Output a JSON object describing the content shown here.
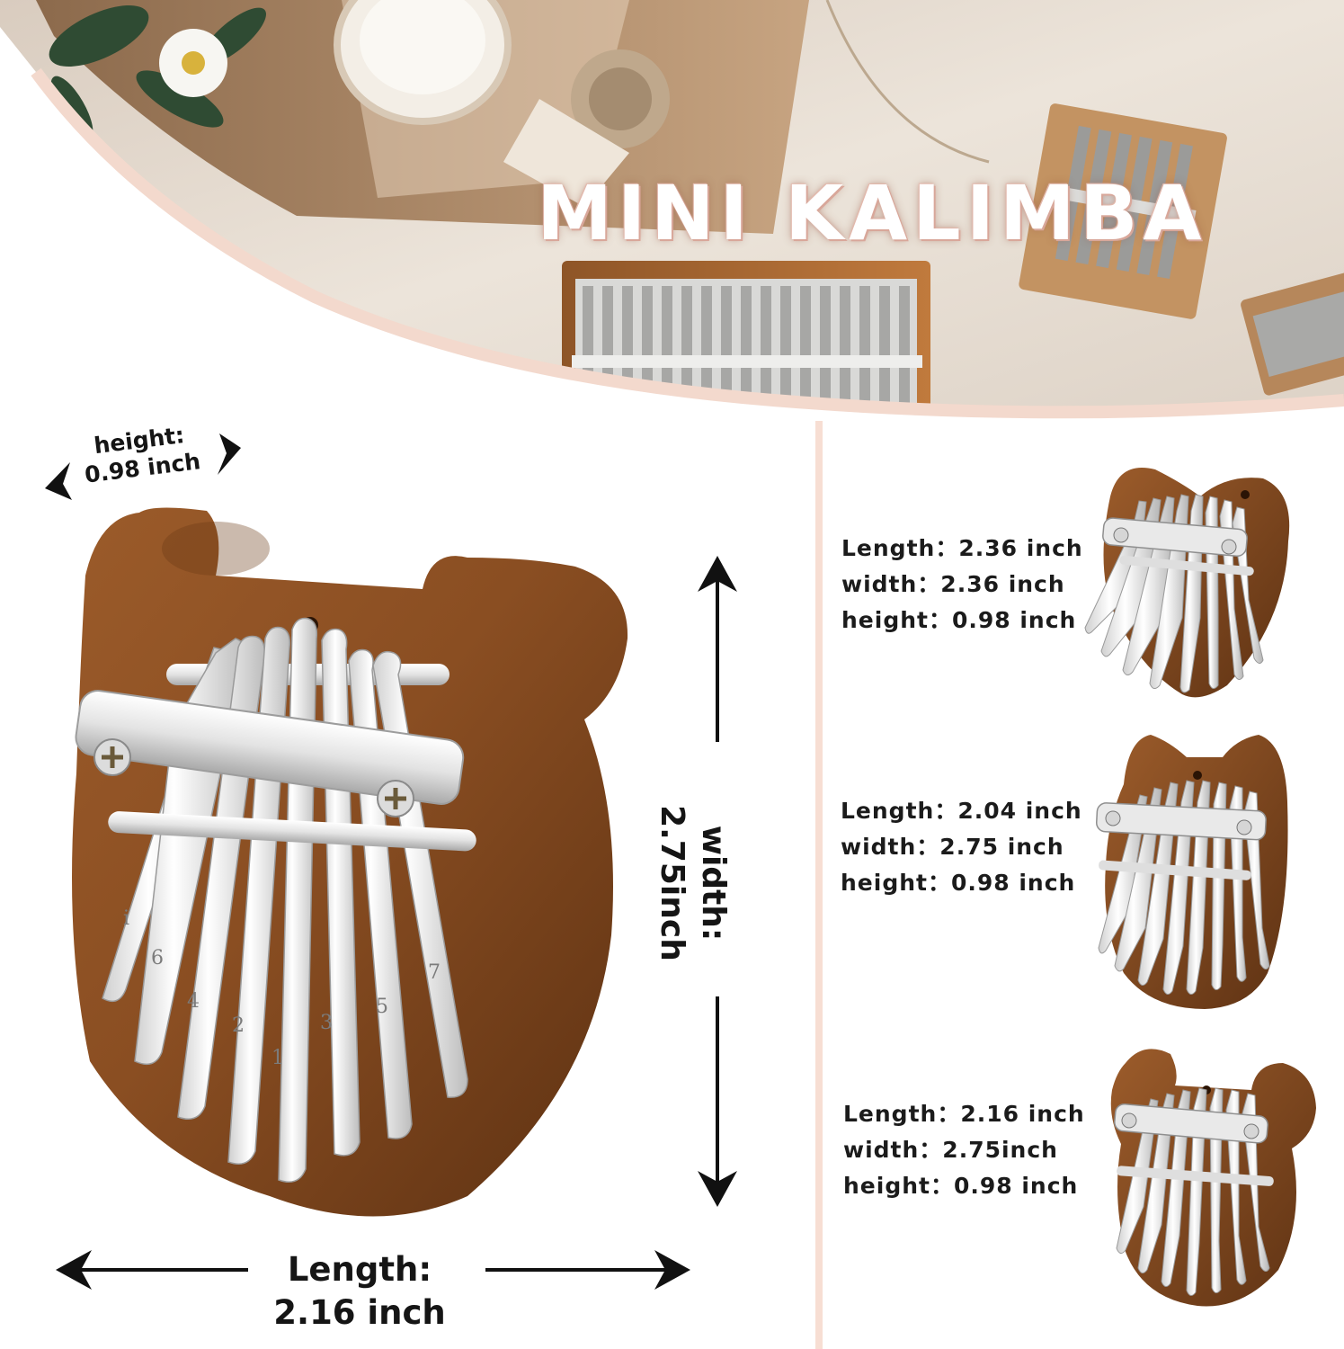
{
  "hero": {
    "title": "MINI KALIMBA"
  },
  "main_product": {
    "height_label": "height:",
    "height_value": "0.98 inch",
    "width_label": "width:",
    "width_value": "2.75inch",
    "length_label": "Length:",
    "length_value": "2.16 inch",
    "tine_numbers": [
      "i",
      "6",
      "4",
      "2",
      "1",
      "3",
      "5",
      "7"
    ]
  },
  "variants": [
    {
      "shape": "heart",
      "length": "Length：2.36 inch",
      "width": "width：2.36 inch",
      "height": "height：0.98 inch"
    },
    {
      "shape": "cat",
      "length": "Length：2.04 inch",
      "width": "width：2.75 inch",
      "height": "height：0.98 inch"
    },
    {
      "shape": "bear",
      "length": "Length：2.16 inch",
      "width": "width：2.75inch",
      "height": "height：0.98 inch"
    }
  ],
  "colors": {
    "wood": "#8a4e22",
    "wood_dark": "#5d3112",
    "metal": "#eeeeee",
    "accent_divider": "#f7ded3",
    "hero_cloth": "#e9e0d6"
  }
}
